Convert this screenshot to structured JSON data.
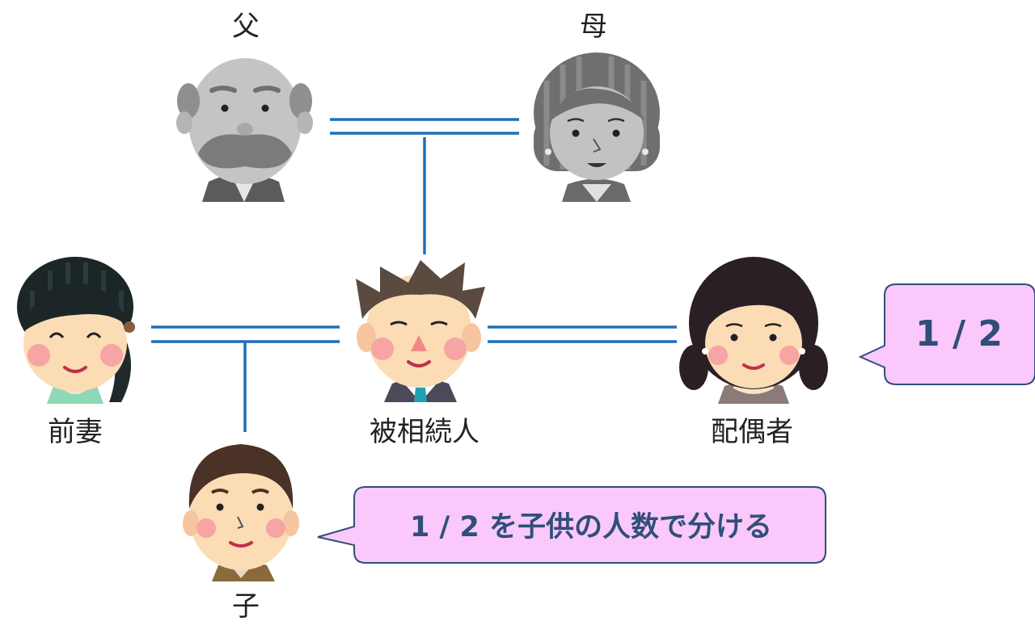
{
  "people": {
    "father": {
      "label": "父"
    },
    "mother": {
      "label": "母"
    },
    "ex_wife": {
      "label": "前妻"
    },
    "deceased": {
      "label": "被相続人"
    },
    "spouse": {
      "label": "配偶者"
    },
    "child": {
      "label": "子"
    }
  },
  "callouts": {
    "spouse_share": "1 / 2",
    "child_share": "1 / 2 を子供の人数で分ける"
  },
  "colors": {
    "line": "#1f6fb5",
    "bubble_fill": "#fac8fa",
    "bubble_stroke": "#2f4f79",
    "bubble_text": "#2f4f79"
  }
}
